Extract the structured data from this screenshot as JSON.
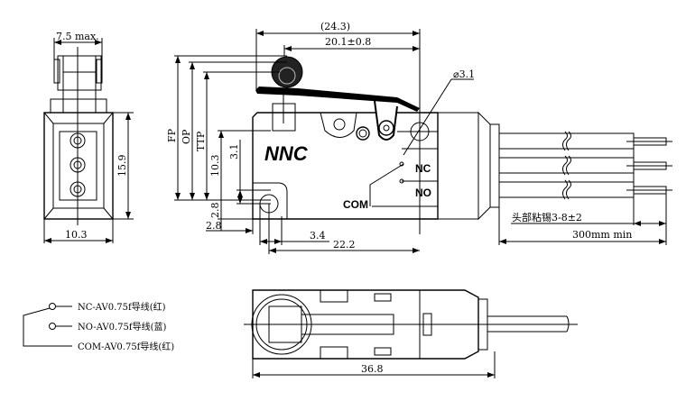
{
  "side_view": {
    "width_top": "7.5 max.",
    "height": "15.9",
    "width": "10.3"
  },
  "front_view": {
    "logo": "NNC",
    "terminals": {
      "nc": "NC",
      "no": "NO",
      "com": "COM"
    },
    "dims": {
      "overall_length": "(24.3)",
      "lever_length": "20.1±0.8",
      "hole_dia": "⌀3.1",
      "fp": "FP",
      "op": "OP",
      "ttp": "TTP",
      "height": "10.3",
      "hole_height": "3.1",
      "offset_a": "2.8",
      "offset_b": "2.8",
      "hole_spacing": "3.4",
      "body_length": "22.2"
    }
  },
  "wires": {
    "tin_note": "头部粘锡3-8±2",
    "length": "300mm min"
  },
  "legend": {
    "nc": "NC-AV0.75f导线(红)",
    "no": "NO-AV0.75f导线(蓝)",
    "com": "COM-AV0.75f导线(红)"
  },
  "bottom_view": {
    "length": "36.8"
  }
}
